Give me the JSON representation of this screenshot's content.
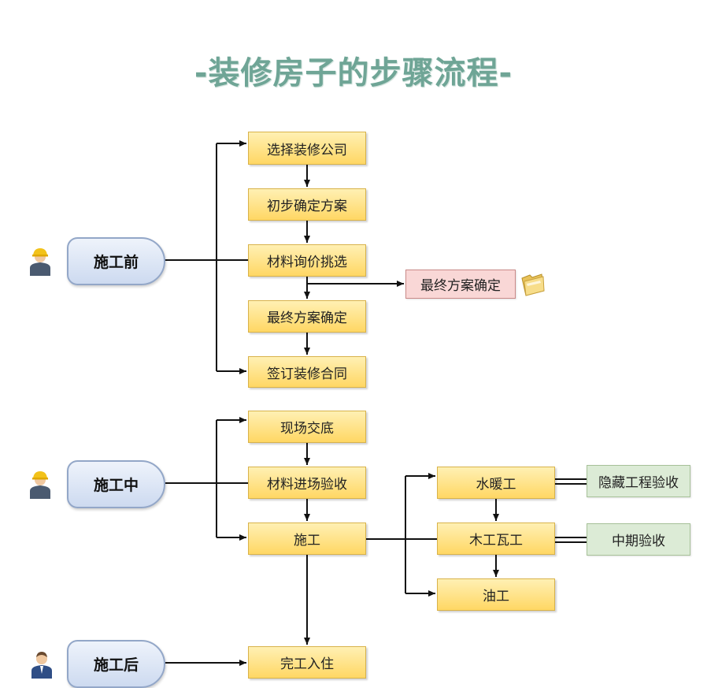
{
  "title": "-装修房子的步骤流程-",
  "phases": {
    "before": "施工前",
    "during": "施工中",
    "after": "施工后"
  },
  "steps": {
    "choose_company": "选择装修公司",
    "initial_plan": "初步确定方案",
    "material_selection": "材料询价挑选",
    "final_plan": "最终方案确定",
    "sign_contract": "签订装修合同",
    "side_final_plan": "最终方案确定",
    "site_handover": "现场交底",
    "material_inspection": "材料进场验收",
    "construction": "施工",
    "plumbing": "水暖工",
    "carpentry_tiling": "木工瓦工",
    "painting": "油工",
    "hidden_inspection": "隐藏工程验收",
    "midterm_inspection": "中期验收",
    "move_in": "完工入住"
  },
  "colors": {
    "title": "#6fa596",
    "step_fill": "#ffd764",
    "note_pink": "#f9d7d6",
    "note_green": "#dcebd6",
    "phase_fill": "#cddaf0",
    "phase_border": "#93a7c8"
  },
  "icons": [
    "worker-icon",
    "worker-icon",
    "businessman-icon",
    "folder-icon"
  ]
}
